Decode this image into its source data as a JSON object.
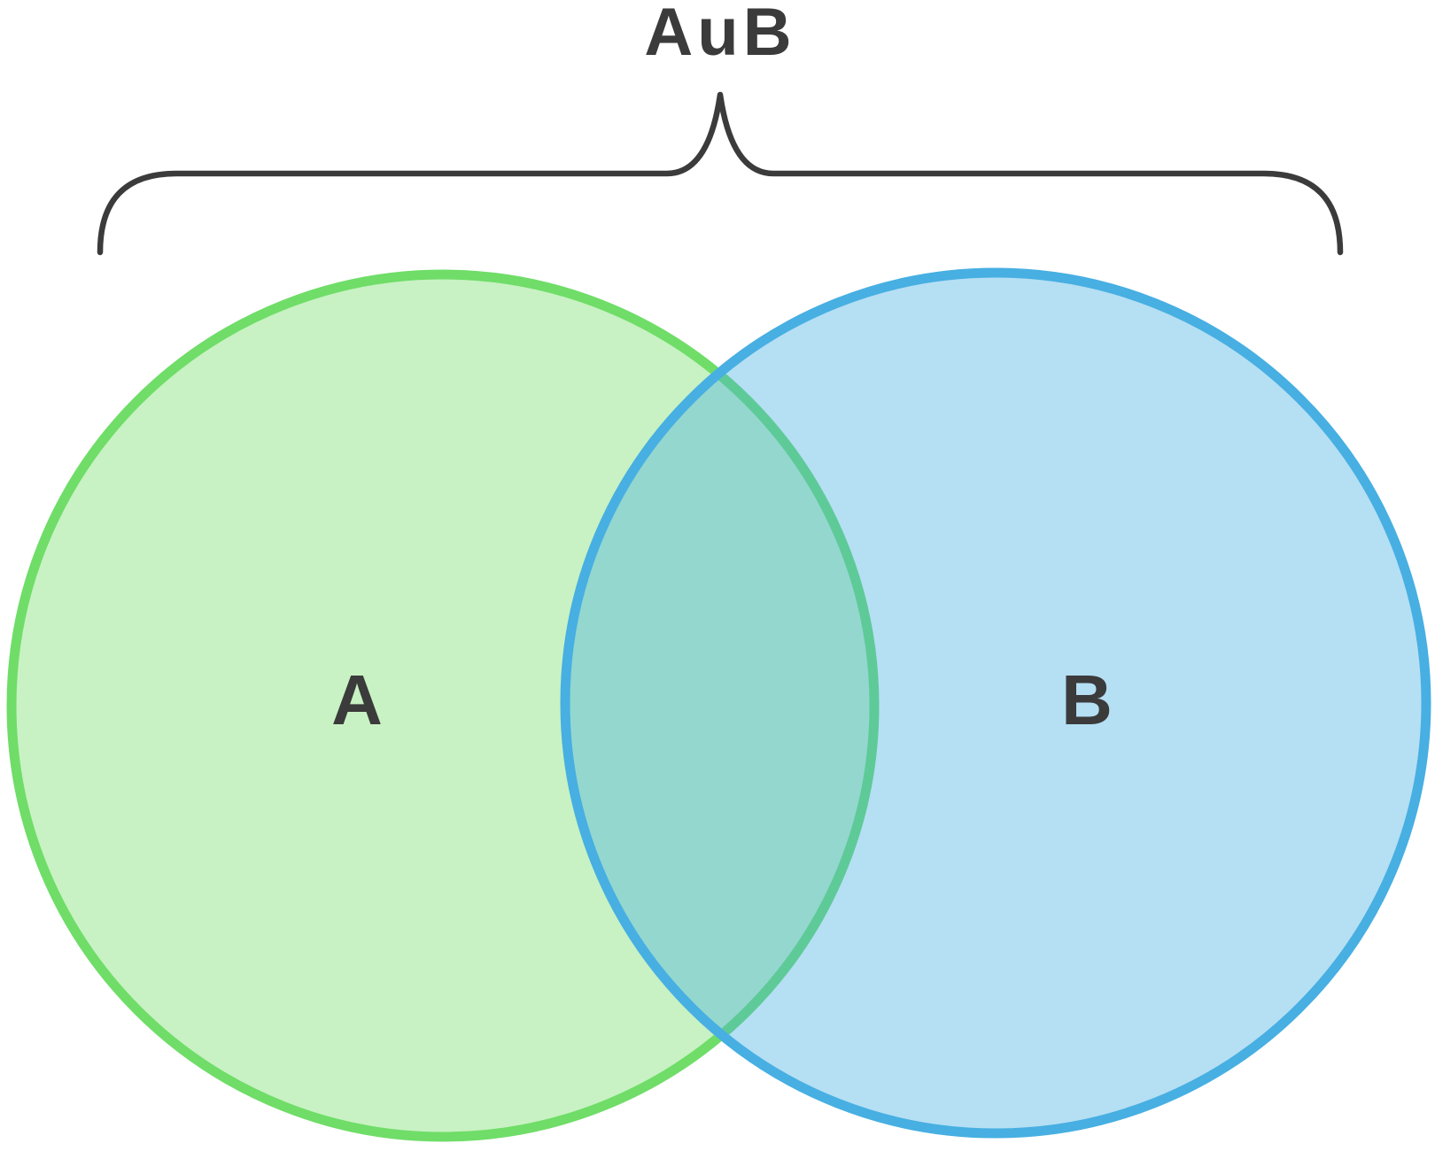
{
  "diagram": {
    "title": "AuB",
    "set_a": {
      "label": "A"
    },
    "set_b": {
      "label": "B"
    }
  },
  "colors": {
    "background": "#ffffff",
    "text": "#3b3b3b",
    "brace": "#3b3b3b",
    "set_a_stroke": "#6fdd68",
    "set_a_fill": "#c8f2c3",
    "set_b_stroke": "#47afe2",
    "set_b_fill": "#47afe2",
    "set_b_fill_opacity": "0.4",
    "overlap_apparent": "#95d8d0"
  }
}
